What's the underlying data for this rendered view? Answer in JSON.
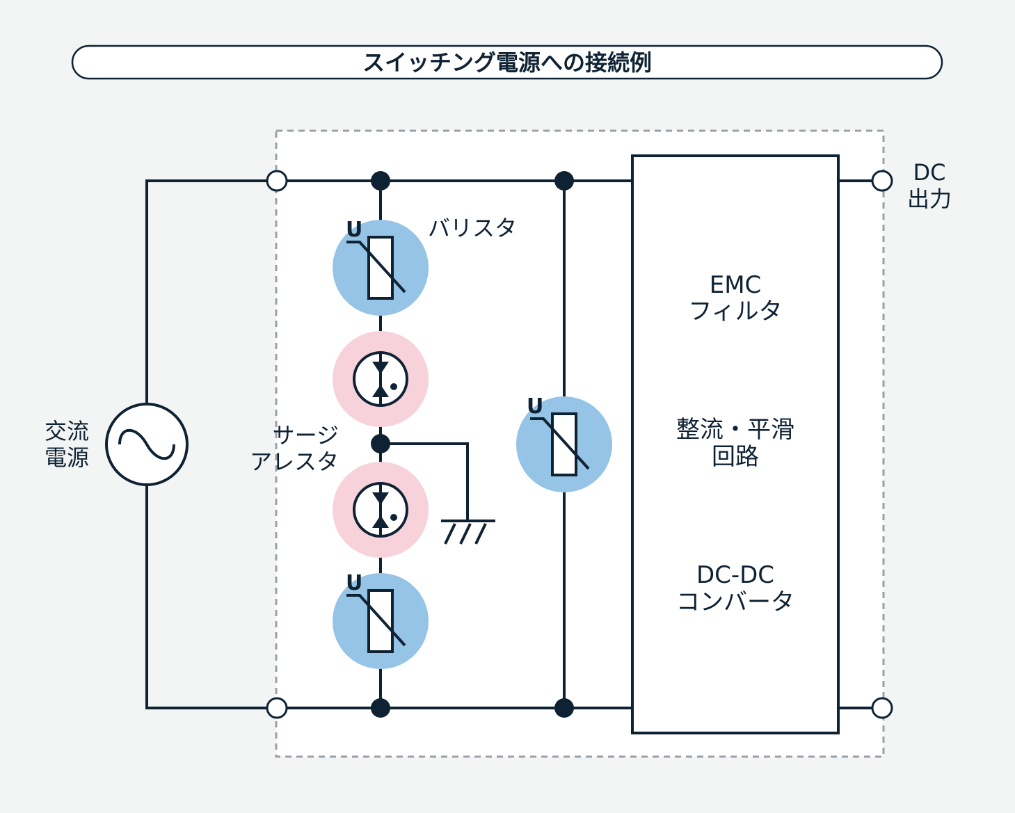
{
  "title": "スイッチング電源への接続例",
  "labels": {
    "ac_source": [
      "交流",
      "電源"
    ],
    "surge_arrester": [
      "サージ",
      "アレスタ"
    ],
    "varistor": "バリスタ",
    "dc_output": [
      "DC",
      "出力"
    ],
    "block_emc": [
      "EMC",
      "フィルタ"
    ],
    "block_rectifier": [
      "整流・平滑",
      "回路"
    ],
    "block_dcdc": [
      "DC-DC",
      "コンバータ"
    ],
    "varistor_mark": "U"
  },
  "colors": {
    "background": "#f3f5f5",
    "line": "#0f2233",
    "varistor_circle": "#96c4e6",
    "arrester_circle": "#f7d2da",
    "dashed_border": "#9aa1a6",
    "white": "#ffffff"
  }
}
